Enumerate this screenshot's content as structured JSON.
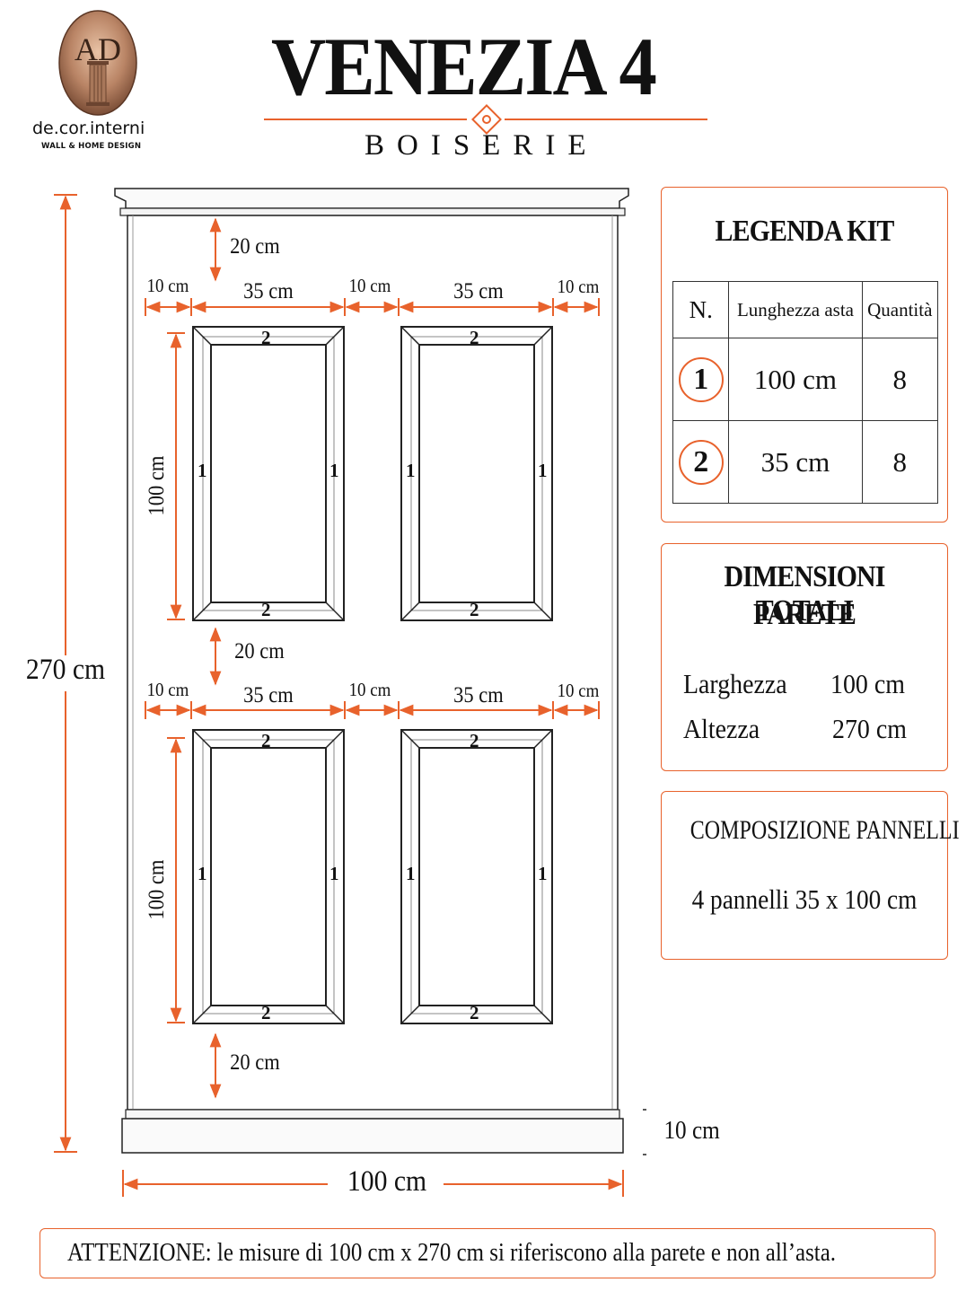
{
  "brand": {
    "monogram": "AD",
    "name": "de.cor.interni",
    "tagline": "WALL & HOME DESIGN"
  },
  "header": {
    "title": "VENEZIA 4",
    "subtitle": "BOISERIE"
  },
  "colors": {
    "accent": "#e8622c",
    "line": "#222222"
  },
  "drawing": {
    "total_height": "270 cm",
    "total_width": "100 cm",
    "plinth_height": "10 cm",
    "top_gap": "20 cm",
    "middle_gap": "20 cm",
    "bottom_gap": "20 cm",
    "side_margin": "10 cm",
    "panel_width": "35 cm",
    "center_gap": "10 cm",
    "panel_height": "100 cm",
    "rail_vertical": "1",
    "rail_horizontal": "2"
  },
  "legend": {
    "title": "LEGENDA KIT",
    "headers": [
      "N.",
      "Lunghezza asta",
      "Quantità"
    ],
    "rows": [
      {
        "n": "1",
        "length": "100 cm",
        "qty": "8"
      },
      {
        "n": "2",
        "length": "35 cm",
        "qty": "8"
      }
    ]
  },
  "dimensions": {
    "title_line1": "DIMENSIONI TOTALI",
    "title_line2": "PARETE",
    "width_label": "Larghezza",
    "width_value": "100 cm",
    "height_label": "Altezza",
    "height_value": "270 cm"
  },
  "composition": {
    "title": "COMPOSIZIONE PANNELLI",
    "text": "4 pannelli 35 x 100 cm"
  },
  "footer": {
    "label": "ATTENZIONE:",
    "text": " le misure di 100 cm x 270 cm si riferiscono alla parete e non all’asta."
  }
}
